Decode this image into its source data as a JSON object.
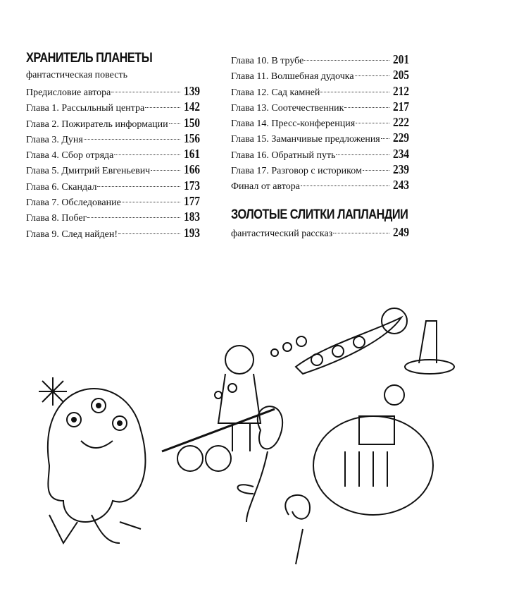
{
  "part1": {
    "title": "ХРАНИТЕЛЬ ПЛАНЕТЫ",
    "subtitle": "фантастическая повесть",
    "entries": [
      {
        "title": "Предисловие автора",
        "page": "139"
      },
      {
        "title": "Глава 1. Рассыльный центра",
        "page": "142"
      },
      {
        "title": "Глава 2. Пожиратель информации",
        "page": "150"
      },
      {
        "title": "Глава 3. Дуня",
        "page": "156"
      },
      {
        "title": "Глава 4. Сбор отряда",
        "page": "161"
      },
      {
        "title": "Глава 5. Дмитрий Евгеньевич",
        "page": "166"
      },
      {
        "title": "Глава 6. Скандал",
        "page": "173"
      },
      {
        "title": "Глава 7. Обследование",
        "page": "177"
      },
      {
        "title": "Глава 8. Побег",
        "page": "183"
      },
      {
        "title": "Глава 9. След найден!",
        "page": "193"
      },
      {
        "title": "Глава 10. В трубе",
        "page": "201"
      },
      {
        "title": "Глава 11. Волшебная дудочка",
        "page": "205"
      },
      {
        "title": "Глава 12. Сад камней",
        "page": "212"
      },
      {
        "title": "Глава 13. Соотечественник",
        "page": "217"
      },
      {
        "title": "Глава 14. Пресс-конференция",
        "page": "222"
      },
      {
        "title": "Глава 15. Заманчивые предложения",
        "page": "229"
      },
      {
        "title": "Глава 16. Обратный путь",
        "page": "234"
      },
      {
        "title": "Глава 17. Разговор с историком",
        "page": "239"
      },
      {
        "title": "Финал от автора",
        "page": "243"
      }
    ]
  },
  "part2": {
    "title": "ЗОЛОТЫЕ СЛИТКИ ЛАПЛАНДИИ",
    "entries": [
      {
        "title": "фантастический рассказ",
        "page": "249"
      }
    ]
  }
}
